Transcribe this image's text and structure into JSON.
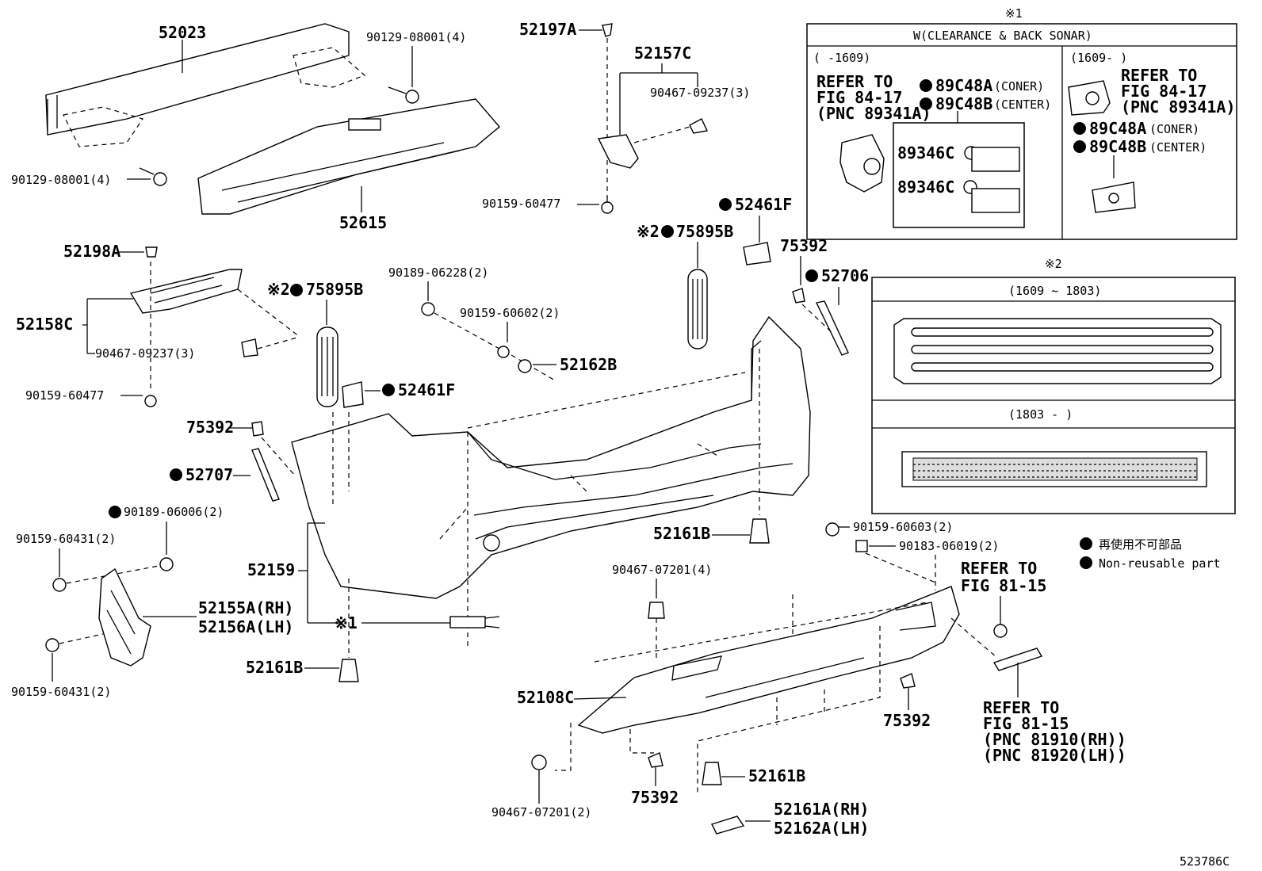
{
  "labels": {
    "p52023": "52023",
    "p90129a": "90129-08001(4)",
    "p90129b": "90129-08001(4)",
    "p52615": "52615",
    "p52197A": "52197A",
    "p52157C": "52157C",
    "p90467_09237a": "90467-09237(3)",
    "p90159_60477a": "90159-60477",
    "p52461F_top": "52461F",
    "p75895B_r": "75895B",
    "p75392_r": "75392",
    "p52706": "52706",
    "p52198A": "52198A",
    "p52158C": "52158C",
    "p90467_09237b": "90467-09237(3)",
    "p90159_60477b": "90159-60477",
    "p75895B_l": "75895B",
    "p52461F_l": "52461F",
    "p90189_06228": "90189-06228(2)",
    "p90159_60602": "90159-60602(2)",
    "p52162B": "52162B",
    "p75392_l": "75392",
    "p52707": "52707",
    "p90189_06006": "90189-06006(2)",
    "p90159_60431a": "90159-60431(2)",
    "p90159_60431b": "90159-60431(2)",
    "p52155A": "52155A(RH)",
    "p52156A": "52156A(LH)",
    "p52159": "52159",
    "p52161B_a": "52161B",
    "p52161B_b": "52161B",
    "p52161B_c": "52161B",
    "p90159_60603": "90159-60603(2)",
    "p90183_06019": "90183-06019(2)",
    "p90467_07201a": "90467-07201(4)",
    "p90467_07201b": "90467-07201(2)",
    "p52108C": "52108C",
    "p75392_b1": "75392",
    "p75392_b2": "75392",
    "p52161A": "52161A(RH)",
    "p52162A": "52162A(LH)",
    "ref81_15a_1": "REFER TO",
    "ref81_15a_2": "FIG 81-15",
    "ref81_15b_1": "REFER TO",
    "ref81_15b_2": "FIG 81-15",
    "ref81_15b_3": "(PNC 81910(RH))",
    "ref81_15b_4": "(PNC 81920(LH))",
    "star1_mark": "※1",
    "star2_mark": "※2",
    "star1_callout": "※1",
    "star2_a": "※2",
    "star2_b": "※2",
    "legend_jp": "再使用不可部品",
    "legend_en": "Non-reusable part",
    "figure_code": "523786C"
  },
  "box1": {
    "header": "W(CLEARANCE & BACK SONAR)",
    "left_range": "(      -1609)",
    "right_range": "(1609-       )",
    "ref_l1": "REFER TO",
    "ref_l2": "FIG 84-17",
    "ref_l3": "(PNC 89341A)",
    "ref_r1": "REFER TO",
    "ref_r2": "FIG 84-17",
    "ref_r3": "(PNC 89341A)",
    "p89C48A_l": "89C48A",
    "coner_l": "(CONER)",
    "p89C48B_l": "89C48B",
    "center_l": "(CENTER)",
    "p89C48A_r": "89C48A",
    "coner_r": "(CONER)",
    "p89C48B_r": "89C48B",
    "center_r": "(CENTER)",
    "p89346C_a": "89346C",
    "p89346C_b": "89346C"
  },
  "box2": {
    "range_a": "(1609 ~ 1803)",
    "range_b": "(1803 -        )"
  }
}
